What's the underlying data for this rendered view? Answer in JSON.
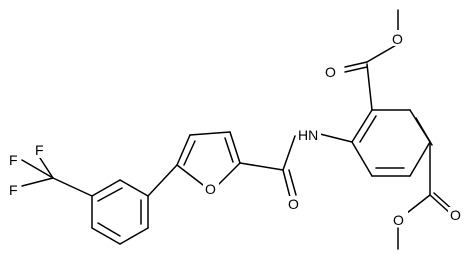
{
  "atoms": {
    "o_ester_top_carbonyl": "O",
    "o_ester_top_ether": "O",
    "n_amide": "HN",
    "o_amide": "O",
    "o_furan": "O",
    "f_1": "F",
    "f_2": "F",
    "f_3": "F",
    "o_ester_bottom_carbonyl": "O",
    "o_ester_bottom_ether": "O"
  },
  "colors": {
    "bond": "#000000",
    "label": "#000000",
    "background": "#ffffff"
  }
}
